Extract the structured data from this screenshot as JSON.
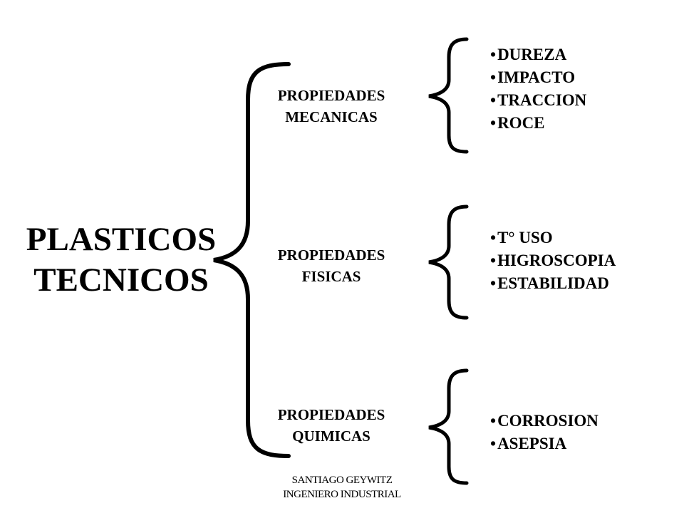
{
  "title": {
    "line1": "PLASTICOS",
    "line2": "TECNICOS"
  },
  "branches": [
    {
      "line1": "PROPIEDADES",
      "line2": "MECANICAS",
      "items": [
        "DUREZA",
        "IMPACTO",
        "TRACCION",
        "ROCE"
      ]
    },
    {
      "line1": "PROPIEDADES",
      "line2": "FISICAS",
      "items": [
        "T° USO",
        "HIGROSCOPIA",
        "ESTABILIDAD"
      ]
    },
    {
      "line1": "PROPIEDADES",
      "line2": "QUIMICAS",
      "items": [
        "CORROSION",
        "ASEPSIA"
      ]
    }
  ],
  "footer": {
    "line1": "SANTIAGO GEYWITZ",
    "line2": "INGENIERO INDUSTRIAL"
  },
  "colors": {
    "ink": "#000000",
    "background": "#ffffff"
  }
}
